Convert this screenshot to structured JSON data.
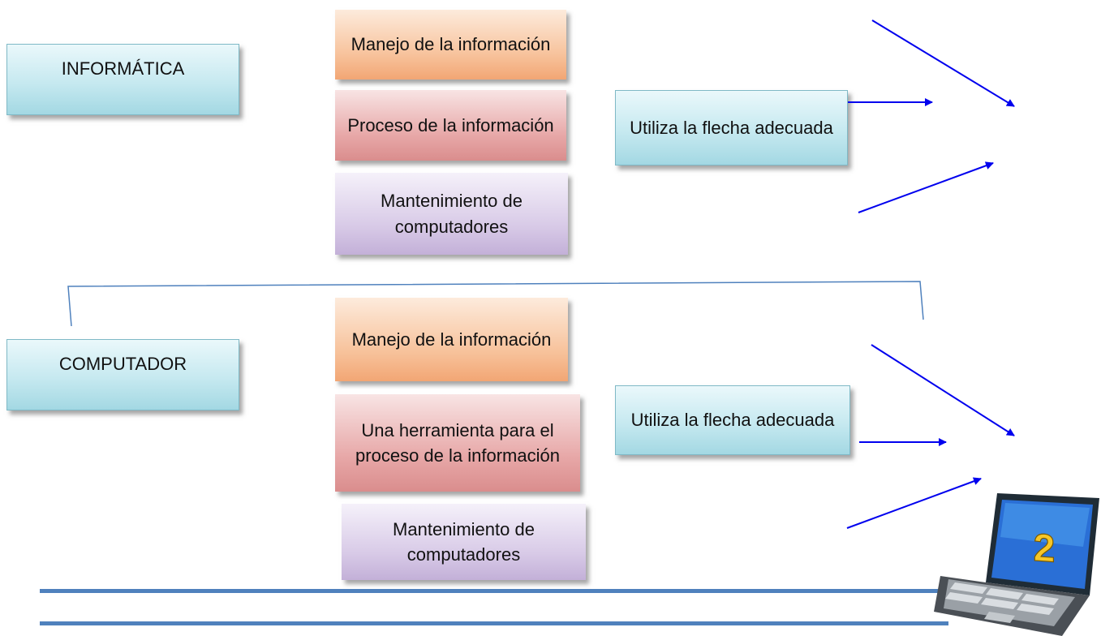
{
  "top_section": {
    "subject_label": "INFORMÁTICA",
    "options": [
      {
        "label": "Manejo de la información"
      },
      {
        "label": "Proceso de la información"
      },
      {
        "label": "Mantenimiento de computadores"
      }
    ],
    "instruction": "Utiliza la flecha adecuada"
  },
  "bottom_section": {
    "subject_label": "COMPUTADOR",
    "options": [
      {
        "label": "Manejo de la información"
      },
      {
        "label": "Una herramienta para el proceso de la información"
      },
      {
        "label": "Mantenimiento de computadores"
      }
    ],
    "instruction": "Utiliza la flecha adecuada"
  },
  "laptop": {
    "number": "2",
    "icon": "laptop-icon"
  },
  "colors": {
    "arrow": "#0000ee",
    "bracket": "#4f81bd",
    "bar": "#4f81bd",
    "teal_box": "#c6e9f0",
    "orange_box": "#f7c29b",
    "red_box": "#e7a7a7",
    "purple_box": "#d8cae7",
    "badge_number": "#f6c628"
  }
}
